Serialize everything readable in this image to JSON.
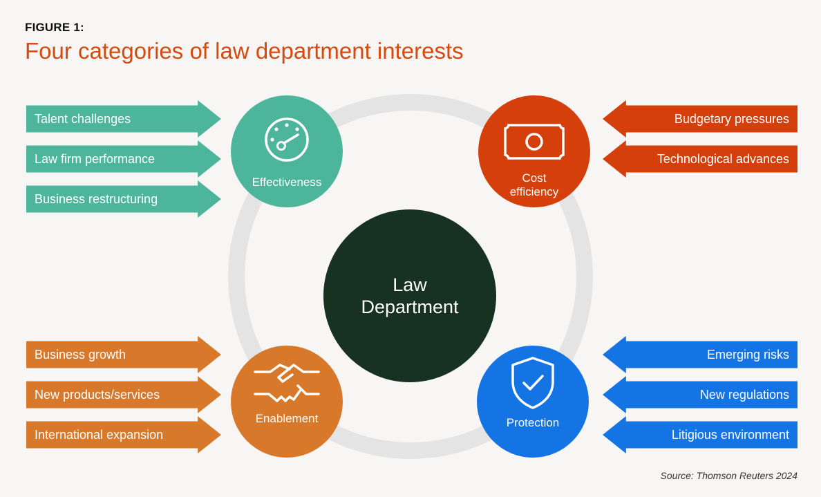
{
  "figure_label": "FIGURE 1:",
  "title": "Four categories of law department interests",
  "center": {
    "line1": "Law",
    "line2": "Department"
  },
  "categories": {
    "effectiveness": {
      "label": "Effectiveness",
      "icon": "gauge-icon",
      "color": "#4db59b",
      "drivers": [
        "Talent challenges",
        "Law firm performance",
        "Business restructuring"
      ]
    },
    "cost_efficiency": {
      "label_line1": "Cost",
      "label_line2": "efficiency",
      "icon": "banknote-icon",
      "color": "#d43f0b",
      "drivers": [
        "Budgetary pressures",
        "Technological advances"
      ]
    },
    "enablement": {
      "label": "Enablement",
      "icon": "handshake-icon",
      "color": "#d7782a",
      "drivers": [
        "Business growth",
        "New products/services",
        "International expansion"
      ]
    },
    "protection": {
      "label": "Protection",
      "icon": "shield-check-icon",
      "color": "#1474e4",
      "drivers": [
        "Emerging risks",
        "New regulations",
        "Litigious environment"
      ]
    }
  },
  "ring_color": "#e4e4e4",
  "center_color": "#173222",
  "source": "Source: Thomson Reuters 2024"
}
